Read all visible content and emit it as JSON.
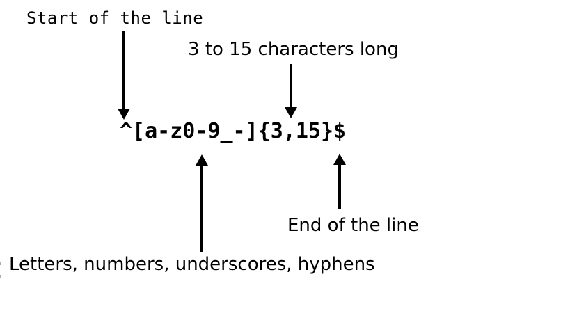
{
  "diagram": {
    "title_semantic": "regex-username-pattern-explainer",
    "regex": "^[a-z0-9_-]{3,15}$",
    "annotations": {
      "start_of_line": "Start of the line",
      "length": "3 to 15 characters long",
      "charset": "Letters, numbers, underscores, hyphens",
      "end_of_line": "End of the line"
    },
    "colors": {
      "foreground": "#000000",
      "background": "#ffffff"
    }
  }
}
